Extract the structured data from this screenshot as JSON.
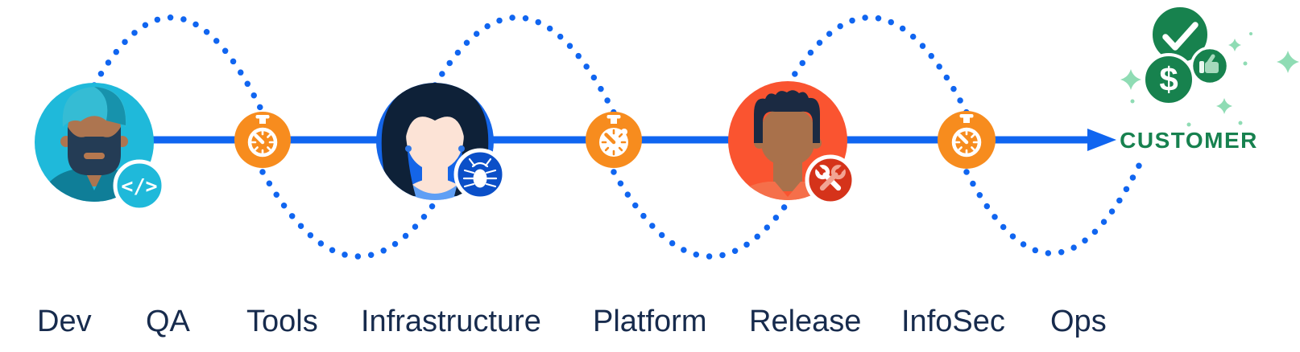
{
  "diagram_title": "devops-delivery-flow",
  "people": [
    {
      "name": "developer",
      "badge_icon": "code-icon",
      "badge_text": "</>"
    },
    {
      "name": "qa-engineer",
      "badge_icon": "bug-icon"
    },
    {
      "name": "release-engineer",
      "badge_icon": "wrench-icon"
    }
  ],
  "timers": {
    "icon": "stopwatch-icon",
    "count": 3
  },
  "customer": {
    "label": "CUSTOMER",
    "dollar_text": "$",
    "icons": [
      "checkmark-icon",
      "dollar-icon",
      "thumbs-up-icon",
      "sparkle-icon"
    ]
  },
  "labels": [
    "Dev",
    "QA",
    "Tools",
    "Infrastructure",
    "Platform",
    "Release",
    "InfoSec",
    "Ops"
  ],
  "colors": {
    "blue": "#1065F0",
    "navy": "#172B4D",
    "orange": "#F78C1E",
    "green": "#17824E",
    "green_text": "#17814F",
    "green_light": "#8FDCB4",
    "green_pale": "#A5D9BC",
    "cyan": "#1FB9DA",
    "teal_light": "#35BCD4",
    "teal_mid": "#1792AC",
    "teal_dark": "#0F7E98",
    "skin_brown": "#AD7550",
    "mouth": "#B5784F",
    "beard": "#243C55",
    "blue_av": "#1465E8",
    "hair_navy": "#0E2138",
    "skin_peach": "#FCE3D6",
    "shirt_blue": "#5F9FF5",
    "earring": "#2E77E8",
    "badge_blue": "#0B4FC8",
    "red_av": "#FA5430",
    "hair_black": "#1B2A42",
    "skin_brown2": "#A9714B",
    "shirt_orange": "#F56F4A",
    "badge_red": "#D5331A",
    "salmon": "#F2A493"
  }
}
